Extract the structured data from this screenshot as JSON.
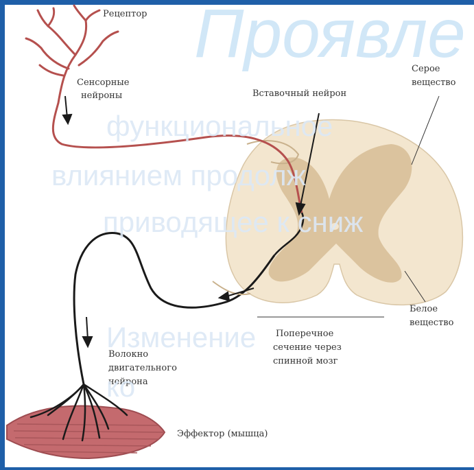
{
  "slide": {
    "title": "Проявле",
    "bullet_glyph": "",
    "lines": [
      "функциональное",
      "влиянием продолж",
      "приводящее к сниж",
      "Изменение",
      "ко"
    ]
  },
  "diagram": {
    "labels": {
      "receptor": "Рецептор",
      "sensory_1": "Сенсорные",
      "sensory_2": "нейроны",
      "interneuron": "Вставочный нейрон",
      "gray_1": "Серое",
      "gray_2": "вещество",
      "white_1": "Белое",
      "white_2": "вещество",
      "cross_1": "Поперечное",
      "cross_2": "сечение через",
      "cross_3": "спинной мозг",
      "motor_1": "Волокно",
      "motor_2": "двигательного",
      "motor_3": "нейрона",
      "effector": "Эффектор (мышца)"
    },
    "colors": {
      "nerve_sensory": "#b5504e",
      "nerve_motor": "#1a1a1a",
      "white_matter": "#f3e6cf",
      "gray_matter": "#d8bf98",
      "muscle": "#c46a6e",
      "frame": "#1f5fa8"
    }
  }
}
